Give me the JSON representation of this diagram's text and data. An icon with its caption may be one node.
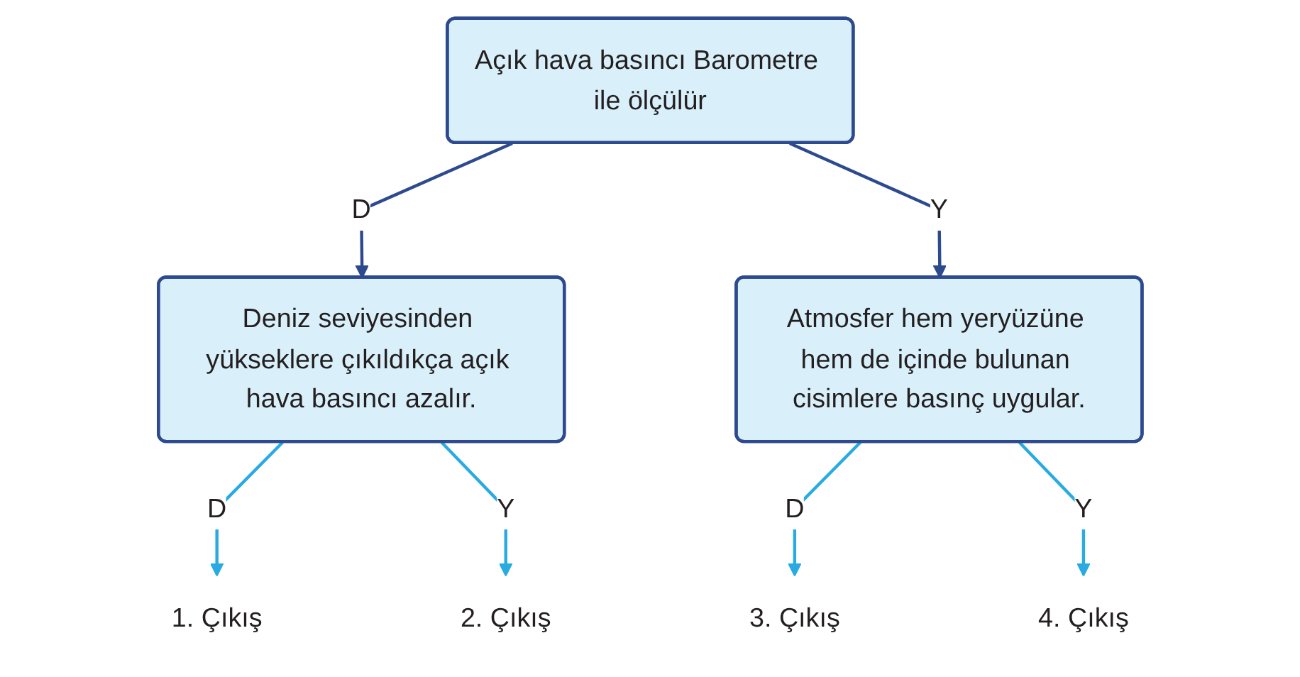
{
  "diagram": {
    "nodes": [
      {
        "text": [
          "Açık hava basıncı Barometre ile ölçülür"
        ]
      },
      {
        "text": [
          "Deniz seviyesinden yükseklere çıkıldıkça açık hava basıncı azalır."
        ]
      },
      {
        "text": [
          "Atmosfer hem yeryüzüne hem de içinde bulunan cisimlere basınç uygular."
        ]
      },
      {
        "text": [
          "1. Çıkış"
        ]
      },
      {
        "text": [
          "2. Çıkış"
        ]
      },
      {
        "text": [
          "3. Çıkış"
        ]
      },
      {
        "text": [
          "4. Çıkış"
        ]
      }
    ],
    "edges": [
      {
        "from": 0,
        "to": 1,
        "arrow": "to",
        "label": "D",
        "color": "#2e4a8f"
      },
      {
        "from": 0,
        "to": 2,
        "arrow": "to",
        "label": "Y",
        "color": "#2e4a8f"
      },
      {
        "from": 1,
        "to": 3,
        "arrow": "to",
        "label": "D"
      },
      {
        "from": 1,
        "to": 4,
        "arrow": "to",
        "label": "Y"
      },
      {
        "from": 2,
        "to": 5,
        "arrow": "to",
        "label": "D"
      },
      {
        "from": 2,
        "to": 6,
        "arrow": "to",
        "label": "Y"
      }
    ]
  }
}
